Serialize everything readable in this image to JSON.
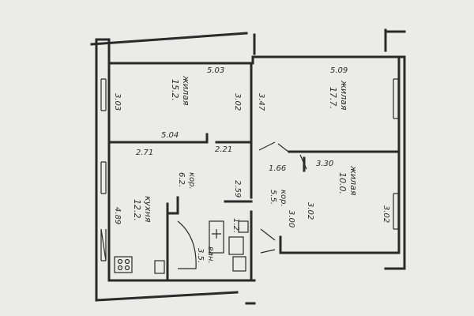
{
  "rooms": {
    "living_top_left": {
      "label": "жилая",
      "area": "15.2."
    },
    "living_top_right": {
      "label": "жилая",
      "area": "17.7."
    },
    "living_right": {
      "label": "жилая",
      "area": "10.0."
    },
    "kitchen": {
      "label": "кухня",
      "area": "12.2."
    },
    "hall_left": {
      "label": "кор.",
      "area": "6.2."
    },
    "hall_right": {
      "label": "кор.",
      "area": "5.5."
    },
    "bath": {
      "label": "ван.",
      "area": "3.5."
    },
    "wc": {
      "label": "",
      "area": "1.2."
    }
  },
  "dimensions": {
    "d_503": "5.03",
    "d_509": "5.09",
    "d_303": "3.03",
    "d_302a": "3.02",
    "d_347": "3.47",
    "d_504": "5.04",
    "d_271": "2.71",
    "d_221": "2.21",
    "d_166": "1.66",
    "d_330": "3.30",
    "d_302b": "3.02",
    "d_259": "2.59",
    "d_302c": "3.02",
    "d_300": "3.00",
    "d_489": "4.89"
  }
}
